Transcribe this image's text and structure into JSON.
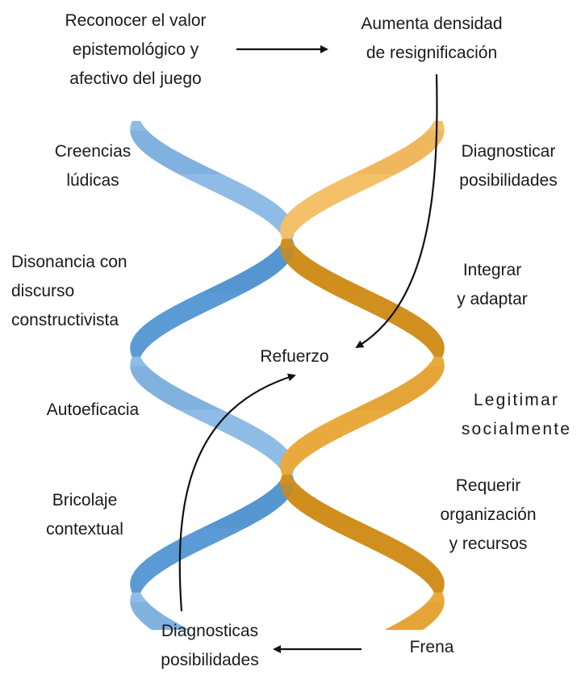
{
  "top": {
    "left_text": [
      "Reconocer el valor",
      "epistemológico y",
      "afectivo del juego"
    ],
    "right_text": [
      "Aumenta densidad",
      "de resignificación"
    ]
  },
  "left_strand_labels": {
    "creencias": [
      "Creencias",
      "lúdicas"
    ],
    "disonancia": [
      "Disonancia con",
      "discurso",
      "constructivista"
    ],
    "autoeficacia": [
      "Autoeficacia"
    ],
    "bricolaje": [
      "Bricolaje",
      "contextual"
    ]
  },
  "right_strand_labels": {
    "diagnosticar": [
      "Diagnosticar",
      "posibilidades"
    ],
    "integrar": [
      "Integrar",
      "y adaptar"
    ],
    "legitimar": [
      "Legitimar",
      "socialmente"
    ],
    "requerir": [
      "Requerir",
      "organización",
      "y recursos"
    ]
  },
  "center": {
    "refuerzo": "Refuerzo"
  },
  "bottom": {
    "left_text": [
      "Diagnosticas",
      "posibilidades"
    ],
    "right_text": [
      "Frena"
    ]
  },
  "colors": {
    "blue_light": "#8fbce6",
    "blue": "#5b9bd5",
    "blue_dark": "#3d7fc4",
    "orange_light": "#f5c06a",
    "orange": "#e9a93c",
    "orange_dark": "#d08f1e",
    "arrow": "#111111",
    "text": "#1a1a1a"
  }
}
